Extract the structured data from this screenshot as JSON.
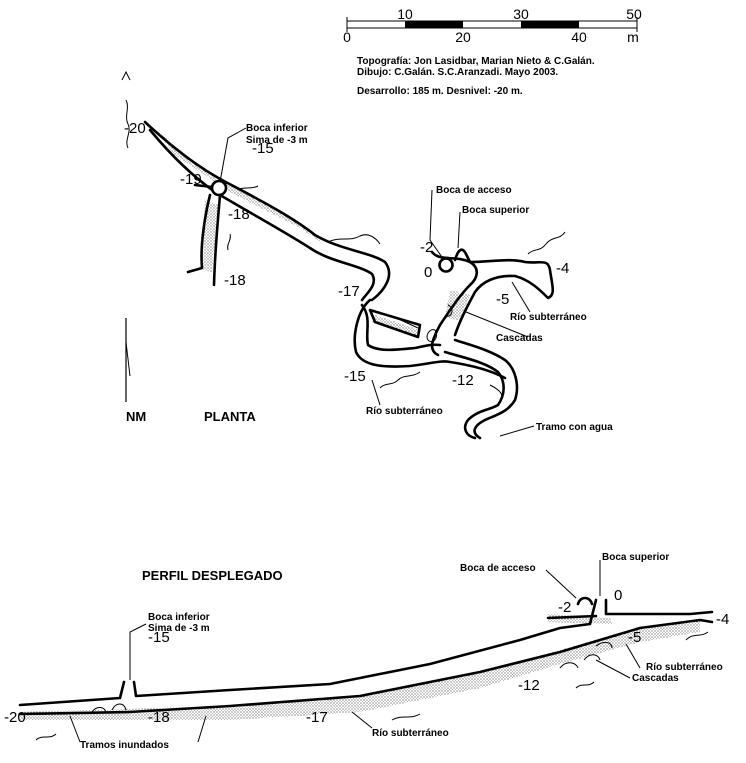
{
  "scale_bar": {
    "ticks_top": [
      "10",
      "30",
      "50"
    ],
    "ticks_bottom": [
      "0",
      "20",
      "40"
    ],
    "unit": "m"
  },
  "credits": {
    "topografia": "Topografía: Jon Lasidbar, Marian Nieto & C.Galán.",
    "dibujo": "Dibujo:       C.Galán.   S.C.Aranzadi.   Mayo 2003.",
    "desarrollo": "Desarrollo:  185 m.   Desnivel: -20 m."
  },
  "plan": {
    "title": "PLANTA",
    "north": "NM",
    "labels": {
      "boca_inferior": "Boca inferior",
      "sima": "Sima de -3 m",
      "boca_acceso": "Boca de acceso",
      "boca_superior": "Boca superior",
      "rio_subterraneo_1": "Río subterráneo",
      "cascadas": "Cascadas",
      "rio_subterraneo_2": "Río subterráneo",
      "tramo_agua": "Tramo con agua"
    },
    "depths": {
      "d_m20": "-20",
      "d_m15": "-15",
      "d_m19": "-19",
      "d_m18a": "-18",
      "d_m18b": "-18",
      "d_m17": "-17",
      "d_m2": "-2",
      "d_0": "0",
      "d_m4": "-4",
      "d_m5": "-5",
      "d_m15b": "-15",
      "d_m12": "-12"
    }
  },
  "profile": {
    "title": "PERFIL DESPLEGADO",
    "labels": {
      "boca_acceso": "Boca de acceso",
      "boca_superior": "Boca superior",
      "boca_inferior": "Boca inferior",
      "sima": "Sima de -3 m",
      "rio_subterraneo_1": "Río subterráneo",
      "cascadas": "Cascadas",
      "rio_subterraneo_2": "Río subterráneo",
      "tramos_inundados": "Tramos inundados"
    },
    "depths": {
      "d_0": "0",
      "d_m2": "-2",
      "d_m4": "-4",
      "d_m5": "-5",
      "d_m12": "-12",
      "d_m15": "-15",
      "d_m17": "-17",
      "d_m18": "-18",
      "d_m20": "-20"
    }
  }
}
